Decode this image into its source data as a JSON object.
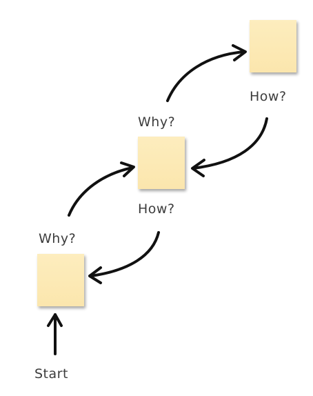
{
  "diagram": {
    "stickies": [
      {
        "id": "sticky-bottom"
      },
      {
        "id": "sticky-middle"
      },
      {
        "id": "sticky-top"
      }
    ],
    "labels": {
      "start": "Start",
      "why_bottom": "Why?",
      "how_middle": "How?",
      "why_middle": "Why?",
      "how_top": "How?"
    },
    "colors": {
      "sticky": "#fbe6ad",
      "arrow": "#111111",
      "text": "#3c3c3c"
    }
  }
}
